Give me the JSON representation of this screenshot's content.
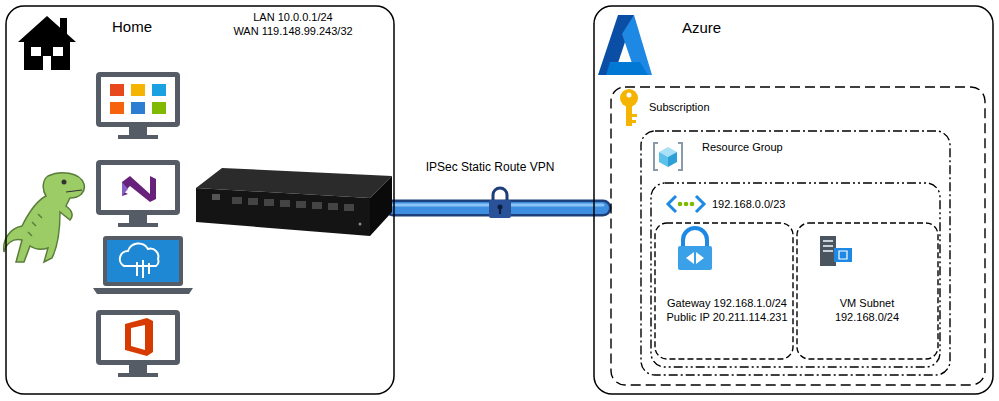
{
  "diagram": {
    "nodes": [
      {
        "text": [
          "Home",
          "LAN 10.0.0.1/24",
          "WAN 119.148.99.243/32"
        ]
      },
      {
        "text": [
          "Azure"
        ]
      },
      {
        "text": [
          "Subscription"
        ],
        "in": 1
      },
      {
        "text": [
          "Resource Group"
        ],
        "in": 2
      },
      {
        "text": [
          "192.168.0.0/23"
        ],
        "in": 3
      },
      {
        "text": [
          "Gateway 192.168.1.0/24 Public IP 20.211.114.231"
        ],
        "in": 4
      },
      {
        "text": [
          "VM Subnet 192.168.0/24"
        ],
        "in": 4
      }
    ],
    "edges": [
      {
        "from": 0,
        "to": 1,
        "label": "IPSec Static Route VPN",
        "arrow": "none"
      }
    ]
  }
}
